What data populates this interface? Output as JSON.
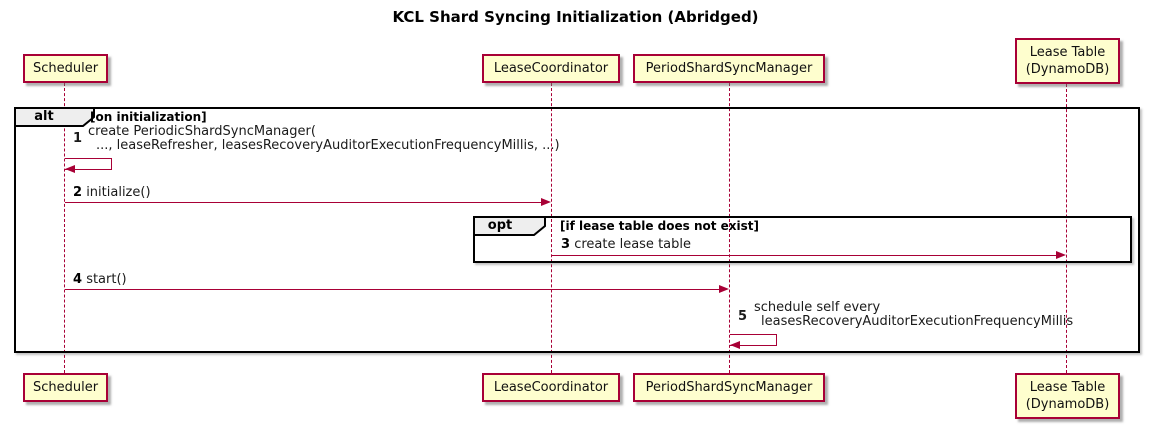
{
  "title": "KCL Shard Syncing Initialization (Abridged)",
  "participants": {
    "scheduler": {
      "label": "Scheduler"
    },
    "lease_coordinator": {
      "label": "LeaseCoordinator"
    },
    "period_shard_sync_manager": {
      "label": "PeriodShardSyncManager"
    },
    "lease_table": {
      "line1": "Lease Table",
      "line2": "(DynamoDB)"
    }
  },
  "frames": {
    "alt": {
      "operator": "alt",
      "guard": "[on initialization]"
    },
    "opt": {
      "operator": "opt",
      "guard": "[if lease table does not exist]"
    }
  },
  "messages": {
    "m1": {
      "seq": "1",
      "line1": "create PeriodicShardSyncManager(",
      "line2": "..., leaseRefresher, leasesRecoveryAuditorExecutionFrequencyMillis, ...)"
    },
    "m2": {
      "seq": "2",
      "text": "initialize()"
    },
    "m3": {
      "seq": "3",
      "text": "create lease table"
    },
    "m4": {
      "seq": "4",
      "text": "start()"
    },
    "m5": {
      "seq": "5",
      "line1": "schedule self every",
      "line2": "leasesRecoveryAuditorExecutionFrequencyMillis"
    }
  },
  "colors": {
    "participant_fill": "#FEFECE",
    "accent": "#A80036",
    "frame_border": "#000000",
    "operator_fill": "#EEEEEE"
  }
}
